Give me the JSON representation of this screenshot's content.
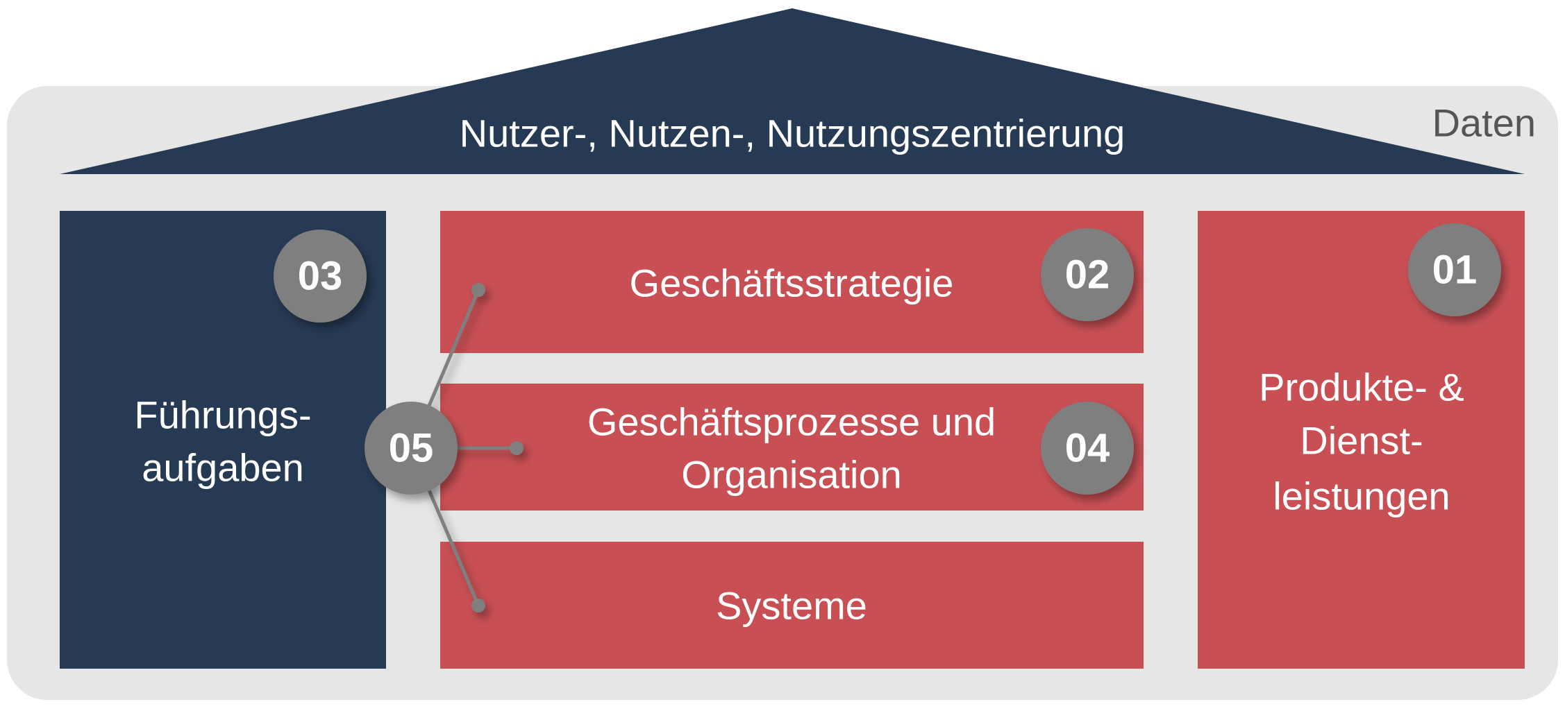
{
  "roof": {
    "label": "Nutzer-, Nutzen-, Nutzungszentrierung"
  },
  "frame": {
    "label": "Daten"
  },
  "pillars": {
    "leadership": {
      "number": "03",
      "lines": [
        "Führungs-",
        "aufgaben"
      ]
    },
    "strategy": {
      "number": "02",
      "label": "Geschäftsstrategie"
    },
    "processes": {
      "number": "04",
      "lines": [
        "Geschäftsprozesse und",
        "Organisation"
      ]
    },
    "systems": {
      "label": "Systeme"
    },
    "products": {
      "number": "01",
      "lines": [
        "Produkte- &",
        "Dienst-",
        "leistungen"
      ]
    }
  },
  "connector": {
    "number": "05"
  },
  "colors": {
    "navy": "#273a54",
    "red": "#c85055",
    "frame": "#e6e6e6",
    "circle": "#7f7f7f",
    "frame_text": "#555555"
  }
}
